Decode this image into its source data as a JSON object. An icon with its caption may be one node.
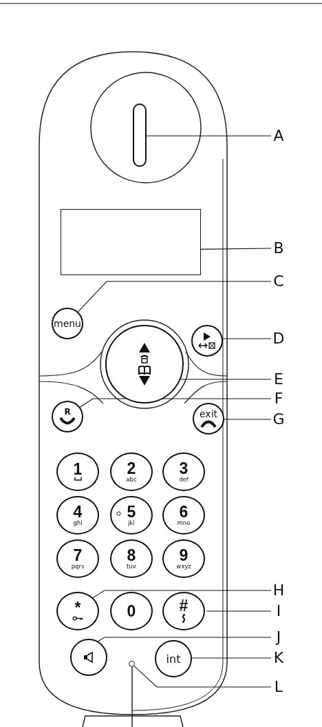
{
  "diagram": {
    "nodes": [
      {
        "text": [
          "A"
        ]
      },
      {
        "text": [
          "B"
        ]
      },
      {
        "text": [
          "C"
        ]
      },
      {
        "text": [
          "D"
        ]
      },
      {
        "text": [
          "E"
        ]
      },
      {
        "text": [
          "F"
        ]
      },
      {
        "text": [
          "G"
        ]
      },
      {
        "text": [
          "H"
        ]
      },
      {
        "text": [
          "I"
        ]
      },
      {
        "text": [
          "J"
        ]
      },
      {
        "text": [
          "K"
        ]
      },
      {
        "text": [
          "L"
        ]
      },
      {
        "text": [],
        "shape": "bar"
      },
      {
        "text": [],
        "shape": "box"
      },
      {
        "text": [
          "menu"
        ]
      },
      {
        "text": [],
        "shape": "circle"
      },
      {
        "text": [],
        "shape": "circle"
      },
      {
        "text": [
          "R"
        ]
      },
      {
        "text": [
          "exit"
        ]
      },
      {
        "text": [
          "1"
        ]
      },
      {
        "text": [
          "2",
          "abc"
        ]
      },
      {
        "text": [
          "3",
          "def"
        ]
      },
      {
        "text": [
          "4",
          "ghi"
        ]
      },
      {
        "text": [
          "5",
          "jkl"
        ]
      },
      {
        "text": [
          "6",
          "mno"
        ]
      },
      {
        "text": [
          "7",
          "pqrs"
        ]
      },
      {
        "text": [
          "8",
          "tuv"
        ]
      },
      {
        "text": [
          "9",
          "wxyz"
        ]
      },
      {
        "text": [
          "*"
        ]
      },
      {
        "text": [
          "0"
        ]
      },
      {
        "text": [
          "#"
        ]
      },
      {
        "text": [],
        "shape": "circle"
      },
      {
        "text": [
          "int"
        ]
      },
      {
        "text": [],
        "shape": "circle"
      }
    ],
    "edges": [
      {
        "from": 0,
        "to": 12,
        "arrow": "none"
      },
      {
        "from": 1,
        "to": 13,
        "arrow": "none"
      },
      {
        "from": 2,
        "to": 14,
        "arrow": "none"
      },
      {
        "from": 3,
        "to": 15,
        "arrow": "none"
      },
      {
        "from": 4,
        "to": 16,
        "arrow": "none"
      },
      {
        "from": 5,
        "to": 17,
        "arrow": "none"
      },
      {
        "from": 6,
        "to": 18,
        "arrow": "none"
      },
      {
        "from": 7,
        "to": 28,
        "arrow": "none"
      },
      {
        "from": 8,
        "to": 30,
        "arrow": "none"
      },
      {
        "from": 9,
        "to": 31,
        "arrow": "none"
      },
      {
        "from": 10,
        "to": 32,
        "arrow": "none"
      },
      {
        "from": 11,
        "to": 33,
        "arrow": "none"
      }
    ]
  }
}
